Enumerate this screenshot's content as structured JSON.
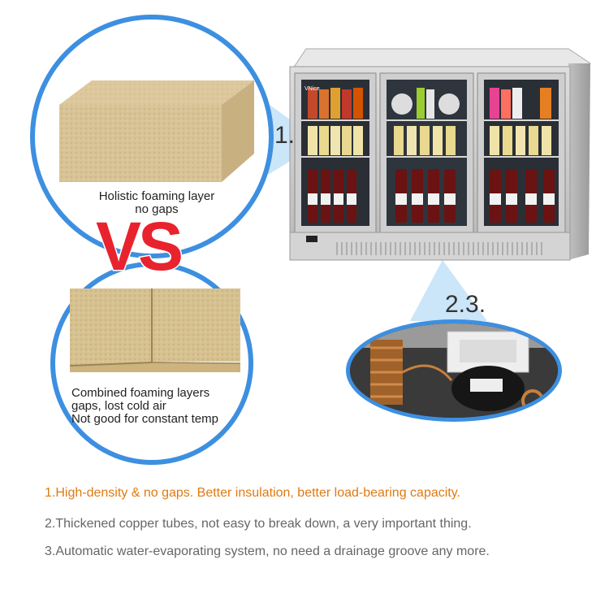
{
  "top_circle": {
    "line1": "Holistic foaming layer",
    "line2": "no gaps"
  },
  "vs_label": "VS",
  "bottom_circle": {
    "line1": "Combined foaming layers",
    "line2": "gaps, lost cold air",
    "line3": "Not good for constant temp"
  },
  "fridge": {
    "brand": "VNice"
  },
  "callouts": {
    "one": "1.",
    "two_three": "2.3."
  },
  "features": [
    "1.High-density & no gaps. Better insulation, better load-bearing capacity.",
    "2.Thickened copper tubes, not easy to break down, a very important thing.",
    "3.Automatic water-evaporating system, no need a drainage groove any more."
  ],
  "colors": {
    "accent_blue": "#3d8fe0",
    "vs_red": "#e8232e",
    "highlight_orange": "#e07a10",
    "body_text": "#666666"
  }
}
